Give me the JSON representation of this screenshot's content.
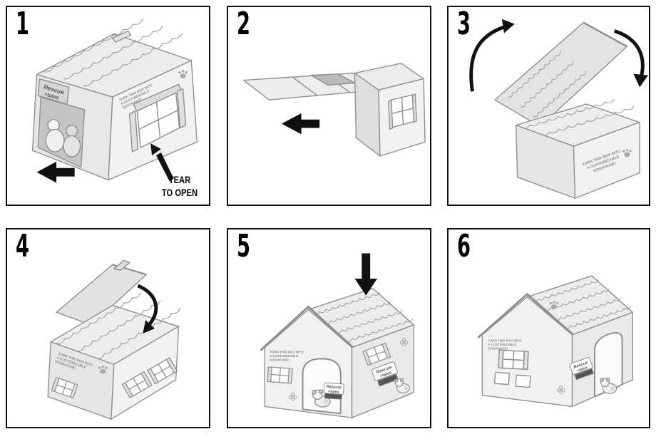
{
  "panels": [
    {
      "step": "1"
    },
    {
      "step": "2"
    },
    {
      "step": "3"
    },
    {
      "step": "4"
    },
    {
      "step": "5"
    },
    {
      "step": "6"
    }
  ],
  "labels": {
    "tear_line1": "TEAR",
    "tear_line2": "TO OPEN"
  },
  "box_text": {
    "brand_top": "Rescue",
    "brand_bottom": "+tales",
    "tagline_l1": "TURN THIS BOX INTO",
    "tagline_l2": "A CUSTOMIZABLE",
    "tagline_l3": "DOGHOUSE!"
  }
}
